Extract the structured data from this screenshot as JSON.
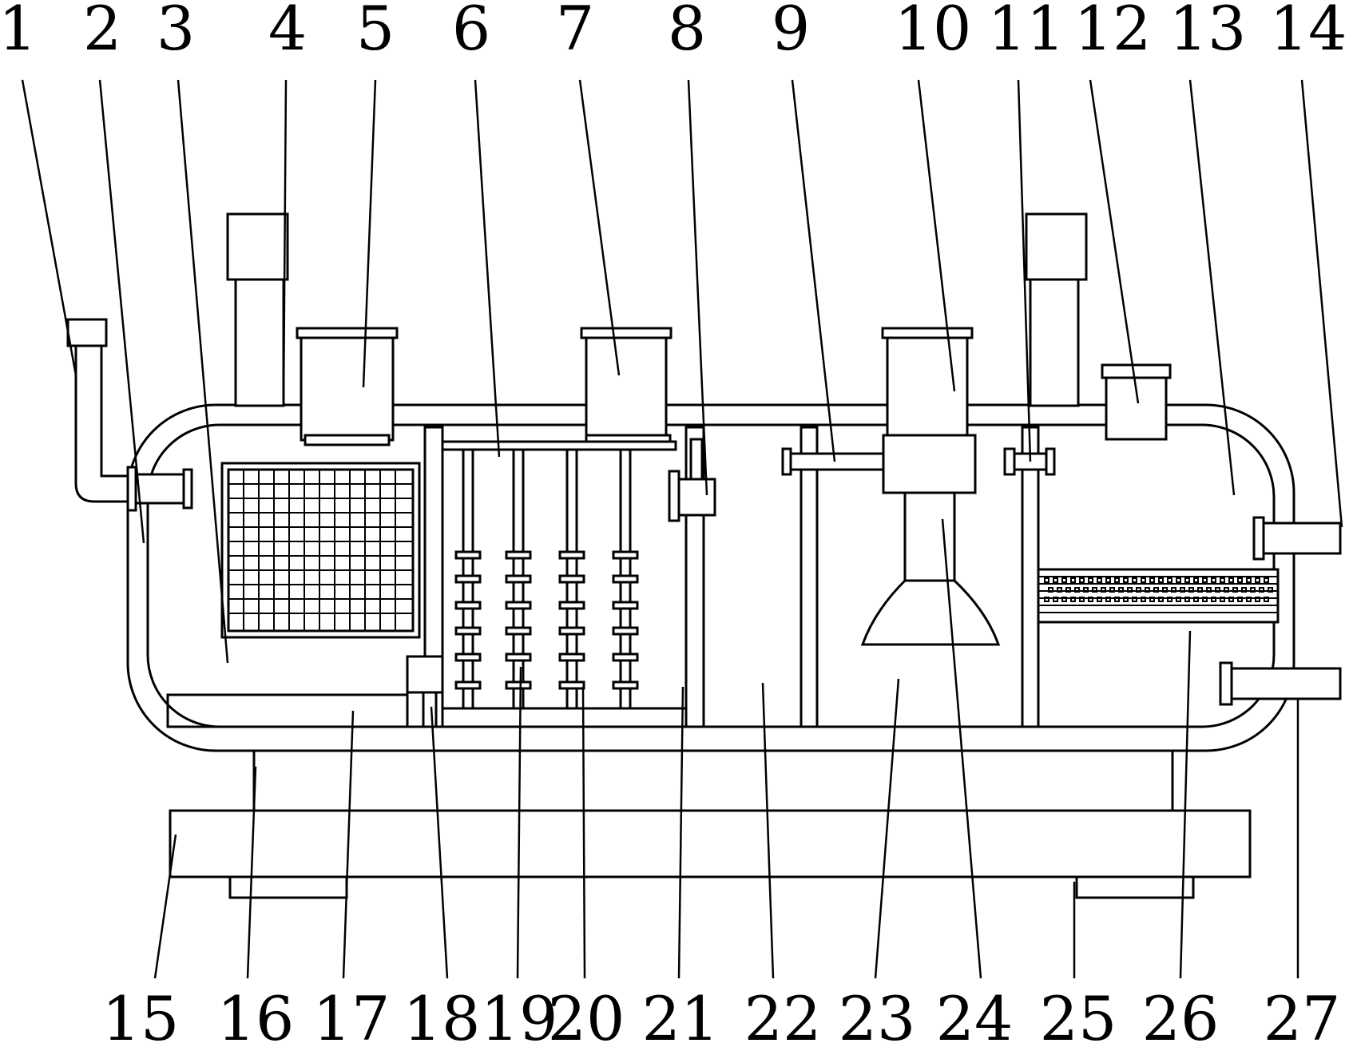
{
  "figure": {
    "labels_top": [
      "1",
      "2",
      "3",
      "4",
      "5",
      "6",
      "7",
      "8",
      "9",
      "10",
      "11",
      "12",
      "13",
      "14"
    ],
    "labels_bottom": [
      "15",
      "16",
      "17",
      "18",
      "19",
      "20",
      "21",
      "22",
      "23",
      "24",
      "25",
      "26",
      "27"
    ]
  }
}
